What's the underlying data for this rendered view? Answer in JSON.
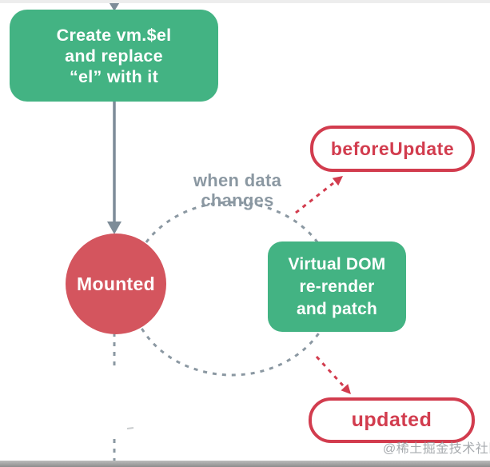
{
  "colors": {
    "green": "#43b383",
    "red_fill": "#d4555e",
    "red_accent": "#d23c4e",
    "gray_arrow": "#7d8c98",
    "gray_dash": "#8b98a2",
    "gray_text": "#8b98a2"
  },
  "create_box": {
    "lines": [
      "Create vm.$el",
      "and replace",
      "“el” with it"
    ]
  },
  "mounted": {
    "label": "Mounted"
  },
  "loop_note": {
    "lines": [
      "when data",
      "changes"
    ]
  },
  "before_update": {
    "label": "beforeUpdate"
  },
  "virtual_dom": {
    "lines": [
      "Virtual DOM",
      "re-render",
      "and patch"
    ]
  },
  "updated": {
    "label": "updated"
  },
  "watermark": {
    "text": "@稀土掘金技术社区"
  }
}
